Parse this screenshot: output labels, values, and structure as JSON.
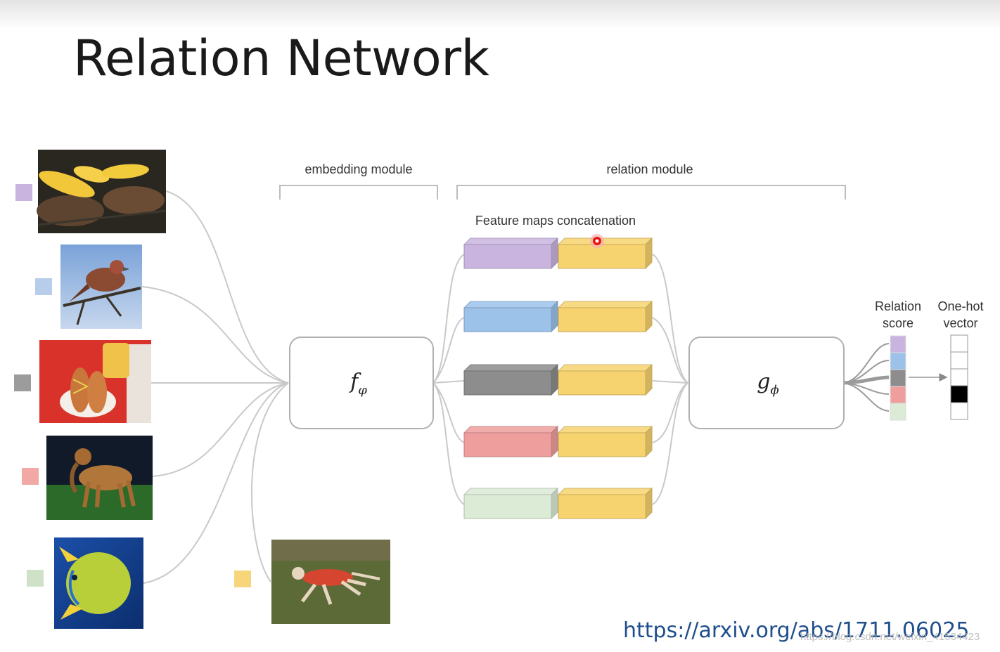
{
  "slide": {
    "title": "Relation Network",
    "url": "https://arxiv.org/abs/1711.06025",
    "watermark": "https://blog.csdn.net/weixin_41534423"
  },
  "diagram": {
    "embedding_label": "embedding module",
    "relation_label": "relation module",
    "concat_label": "Feature maps concatenation",
    "f_symbol": "f",
    "f_sub": "φ",
    "g_symbol": "g",
    "g_sub": "ϕ",
    "relation_score_label": [
      "Relation",
      "score"
    ],
    "onehot_label": [
      "One-hot",
      "vector"
    ]
  },
  "support_images": [
    {
      "subject": "grilled corn and meat",
      "class_color": "#c9b4e0"
    },
    {
      "subject": "bird on branch",
      "class_color": "#b8cdea"
    },
    {
      "subject": "hot dogs and drink",
      "class_color": "#9c9c9c"
    },
    {
      "subject": "dog on grass",
      "class_color": "#f2a8a4"
    },
    {
      "subject": "tropical fish",
      "class_color": "#cfe2c8"
    }
  ],
  "query_image": {
    "subject": "running dog",
    "class_color": "#f7d57a"
  },
  "feature_colors": [
    "#c9b4e0",
    "#9cc2ea",
    "#8d8d8d",
    "#ef9e9e",
    "#dcebd6"
  ],
  "query_feature_color": "#f7d36f",
  "one_hot": [
    0,
    0,
    0,
    1,
    0
  ]
}
